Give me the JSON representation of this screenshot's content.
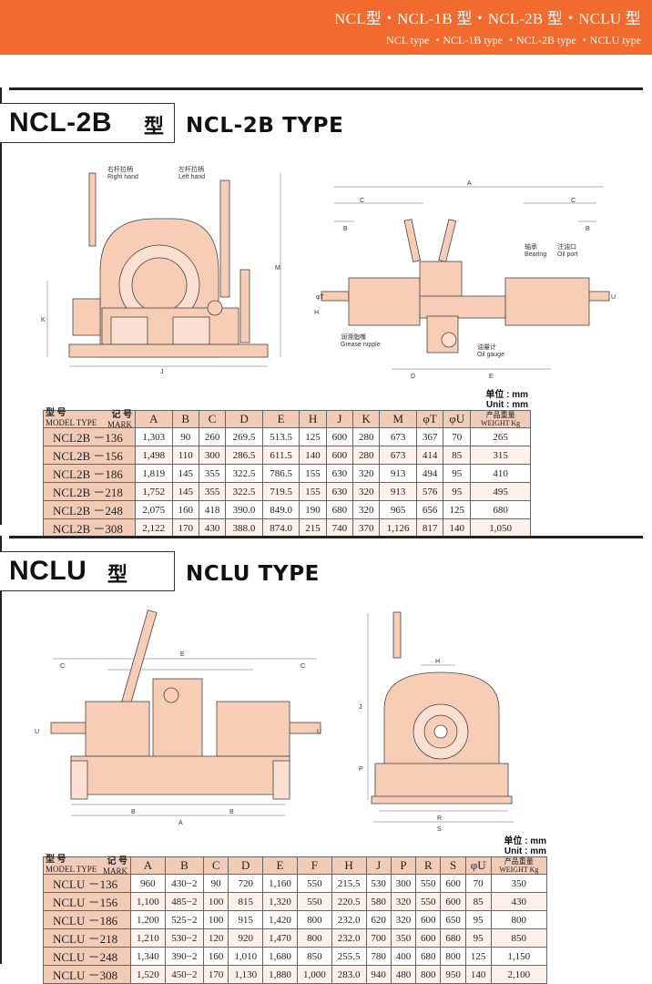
{
  "banner": {
    "line1": "NCL型・NCL-1B 型・NCL-2B 型・NCLU 型",
    "line2": "NCL type ・NCL-1B type ・NCL-2B type ・NCLU type"
  },
  "sections": {
    "ncl2b": {
      "model": "NCL-2B",
      "kata": "型",
      "type_title": "NCL-2B TYPE",
      "labels": {
        "right_hand_cn": "右杆拉柄",
        "right_hand": "Right hand",
        "left_hand_cn": "左杆拉柄",
        "left_hand": "Left hand",
        "bearing_cn": "轴承",
        "bearing": "Bearing",
        "oil_port_cn": "注油口",
        "oil_port": "Oil port",
        "grease_cn": "润滑脂嘴",
        "grease": "Grease nipple",
        "oil_gauge_cn": "油量计",
        "oil_gauge": "Oil gauge"
      },
      "unit_cn": "单位 : mm",
      "unit_en": "Unit : mm",
      "table": {
        "corner_top_cn": "记 号",
        "corner_top_en": "MARK",
        "corner_bottom_cn": "型 号",
        "corner_bottom_en": "MODEL TYPE",
        "columns": [
          "A",
          "B",
          "C",
          "D",
          "E",
          "H",
          "J",
          "K",
          "M",
          "φT",
          "φU"
        ],
        "weight_cn": "产品重量",
        "weight_en": "WEIGHT Kg",
        "rows": [
          {
            "model": "NCL2B －136",
            "values": [
              "1,303",
              "90",
              "260",
              "269.5",
              "513.5",
              "125",
              "600",
              "280",
              "673",
              "367",
              "70",
              "265"
            ]
          },
          {
            "model": "NCL2B －156",
            "values": [
              "1,498",
              "110",
              "300",
              "286.5",
              "611.5",
              "140",
              "600",
              "280",
              "673",
              "414",
              "85",
              "315"
            ]
          },
          {
            "model": "NCL2B －186",
            "values": [
              "1,819",
              "145",
              "355",
              "322.5",
              "786.5",
              "155",
              "630",
              "320",
              "913",
              "494",
              "95",
              "410"
            ]
          },
          {
            "model": "NCL2B －218",
            "values": [
              "1,752",
              "145",
              "355",
              "322.5",
              "719.5",
              "155",
              "630",
              "320",
              "913",
              "576",
              "95",
              "495"
            ]
          },
          {
            "model": "NCL2B －248",
            "values": [
              "2,075",
              "160",
              "418",
              "390.0",
              "849.0",
              "190",
              "680",
              "320",
              "965",
              "656",
              "125",
              "680"
            ]
          },
          {
            "model": "NCL2B －308",
            "values": [
              "2,122",
              "170",
              "430",
              "388.0",
              "874.0",
              "215",
              "740",
              "370",
              "1,126",
              "817",
              "140",
              "1,050"
            ]
          }
        ]
      }
    },
    "nclu": {
      "model": "NCLU",
      "kata": "型",
      "type_title": "NCLU TYPE",
      "unit_cn": "单位 : mm",
      "unit_en": "Unit : mm",
      "table": {
        "corner_top_cn": "记 号",
        "corner_top_en": "MARK",
        "corner_bottom_cn": "型 号",
        "corner_bottom_en": "MODEL TYPE",
        "columns": [
          "A",
          "B",
          "C",
          "D",
          "E",
          "F",
          "H",
          "J",
          "P",
          "R",
          "S",
          "φU"
        ],
        "weight_cn": "产品重量",
        "weight_en": "WEIGHT Kg",
        "rows": [
          {
            "model": "NCLU －136",
            "values": [
              "960",
              "430−2",
              "90",
              "720",
              "1,160",
              "550",
              "215.5",
              "530",
              "300",
              "550",
              "600",
              "70",
              "350"
            ]
          },
          {
            "model": "NCLU －156",
            "values": [
              "1,100",
              "485−2",
              "100",
              "815",
              "1,320",
              "550",
              "220.5",
              "580",
              "320",
              "550",
              "600",
              "85",
              "430"
            ]
          },
          {
            "model": "NCLU －186",
            "values": [
              "1,200",
              "525−2",
              "100",
              "915",
              "1,420",
              "800",
              "232.0",
              "620",
              "320",
              "600",
              "650",
              "95",
              "800"
            ]
          },
          {
            "model": "NCLU －218",
            "values": [
              "1,210",
              "530−2",
              "120",
              "920",
              "1,470",
              "800",
              "232.0",
              "700",
              "350",
              "600",
              "680",
              "95",
              "850"
            ]
          },
          {
            "model": "NCLU －248",
            "values": [
              "1,340",
              "390−2",
              "160",
              "1,010",
              "1,680",
              "850",
              "255.5",
              "780",
              "400",
              "680",
              "800",
              "125",
              "1,150"
            ]
          },
          {
            "model": "NCLU －308",
            "values": [
              "1,520",
              "450−2",
              "170",
              "1,130",
              "1,880",
              "1,000",
              "283.0",
              "940",
              "480",
              "800",
              "950",
              "140",
              "2,100"
            ]
          }
        ]
      }
    }
  },
  "colors": {
    "banner": "#f26a2e",
    "machine_fill": "#f7cdb6",
    "machine_stroke": "#444444",
    "table_header": "#f2cbb6"
  }
}
